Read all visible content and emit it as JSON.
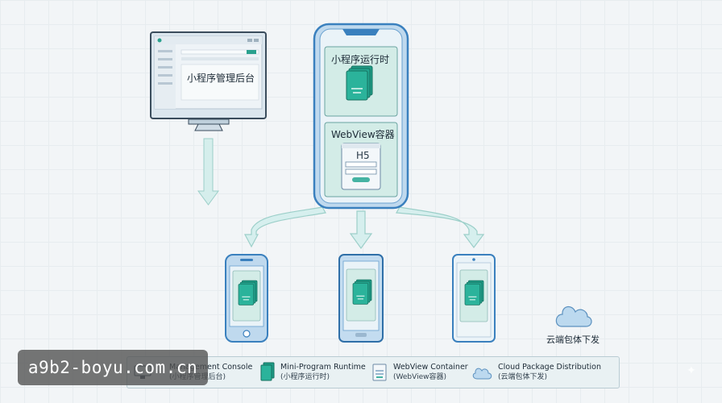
{
  "desktop": {
    "title": "小程序管理后台"
  },
  "phone_main": {
    "runtime_label": "小程序运行时",
    "webview_label": "WebView容器",
    "h5_label": "H5"
  },
  "cloud": {
    "label": "云端包体下发"
  },
  "legend": {
    "items": [
      {
        "icon": "monitor-icon",
        "line1": "Management Console",
        "line2": "(小程序管理后台)"
      },
      {
        "icon": "stack-icon",
        "line1": "Mini-Program Runtime",
        "line2": "(小程序运行时)"
      },
      {
        "icon": "webview-icon",
        "line1": "WebView Container",
        "line2": "(WebView容器)"
      },
      {
        "icon": "cloud-icon",
        "line1": "Cloud Package Distribution",
        "line2": "(云端包体下发)"
      }
    ]
  },
  "watermark": {
    "text": "a9b2-boyu.com.cn"
  },
  "colors": {
    "accent": "#2aa18e",
    "device_border": "#3f86c4",
    "panel": "#d4ece8",
    "arrow": "#d6efee"
  }
}
